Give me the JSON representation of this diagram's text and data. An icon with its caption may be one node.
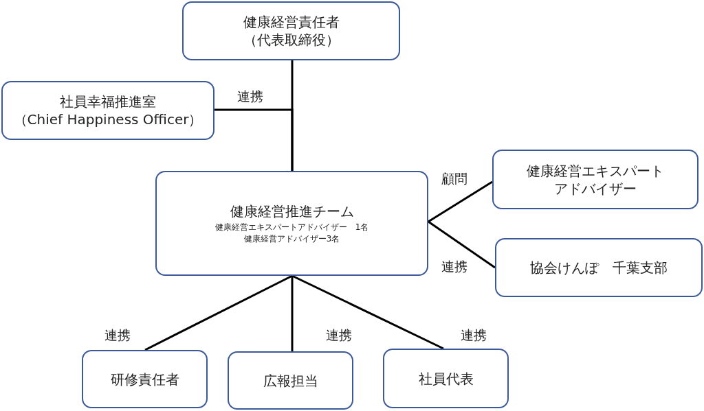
{
  "diagram": {
    "nodes": [
      {
        "text": [
          "健康経営責任者",
          "（代表取締役）"
        ]
      },
      {
        "text": [
          "社員幸福推進室",
          "（Chief Happiness Officer）"
        ]
      },
      {
        "text": [
          "健康経営推進チーム",
          "健康経営エキスパートアドバイザー　1名",
          "健康経営アドバイザー3名"
        ]
      },
      {
        "text": [
          "健康経営エキスパートアドバイザー"
        ]
      },
      {
        "text": [
          "協会けんぽ　千葉支部"
        ]
      },
      {
        "text": [
          "研修責任者"
        ]
      },
      {
        "text": [
          "広報担当"
        ]
      },
      {
        "text": [
          "社員代表"
        ]
      }
    ],
    "edges": [
      {
        "from": 0,
        "to": 2,
        "arrow": "none"
      },
      {
        "from": 1,
        "to": 2,
        "arrow": "none",
        "label": "連携"
      },
      {
        "from": 2,
        "to": 3,
        "arrow": "none",
        "label": "顧問"
      },
      {
        "from": 2,
        "to": 4,
        "arrow": "none",
        "label": "連携"
      },
      {
        "from": 2,
        "to": 5,
        "arrow": "none",
        "label": "連携"
      },
      {
        "from": 2,
        "to": 6,
        "arrow": "none",
        "label": "連携"
      },
      {
        "from": 2,
        "to": 7,
        "arrow": "none",
        "label": "連携"
      }
    ]
  }
}
